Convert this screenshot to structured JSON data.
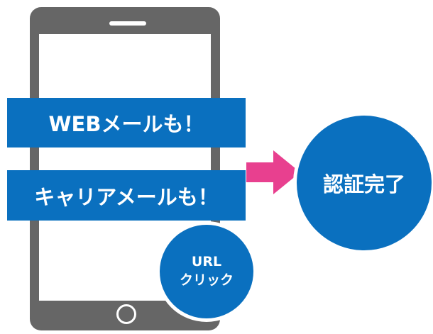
{
  "web_mail_label": "WEBメールも！",
  "career_mail_label": "キャリアメールも！",
  "url_click": {
    "line1": "URL",
    "line2": "クリック"
  },
  "auth_complete_label": "認証完了",
  "colors": {
    "accent_blue": "#0a70bf",
    "arrow_pink": "#e8408f",
    "phone_gray": "#666666"
  },
  "icons": {
    "phone": "smartphone-icon",
    "arrow": "arrow-right-icon"
  }
}
